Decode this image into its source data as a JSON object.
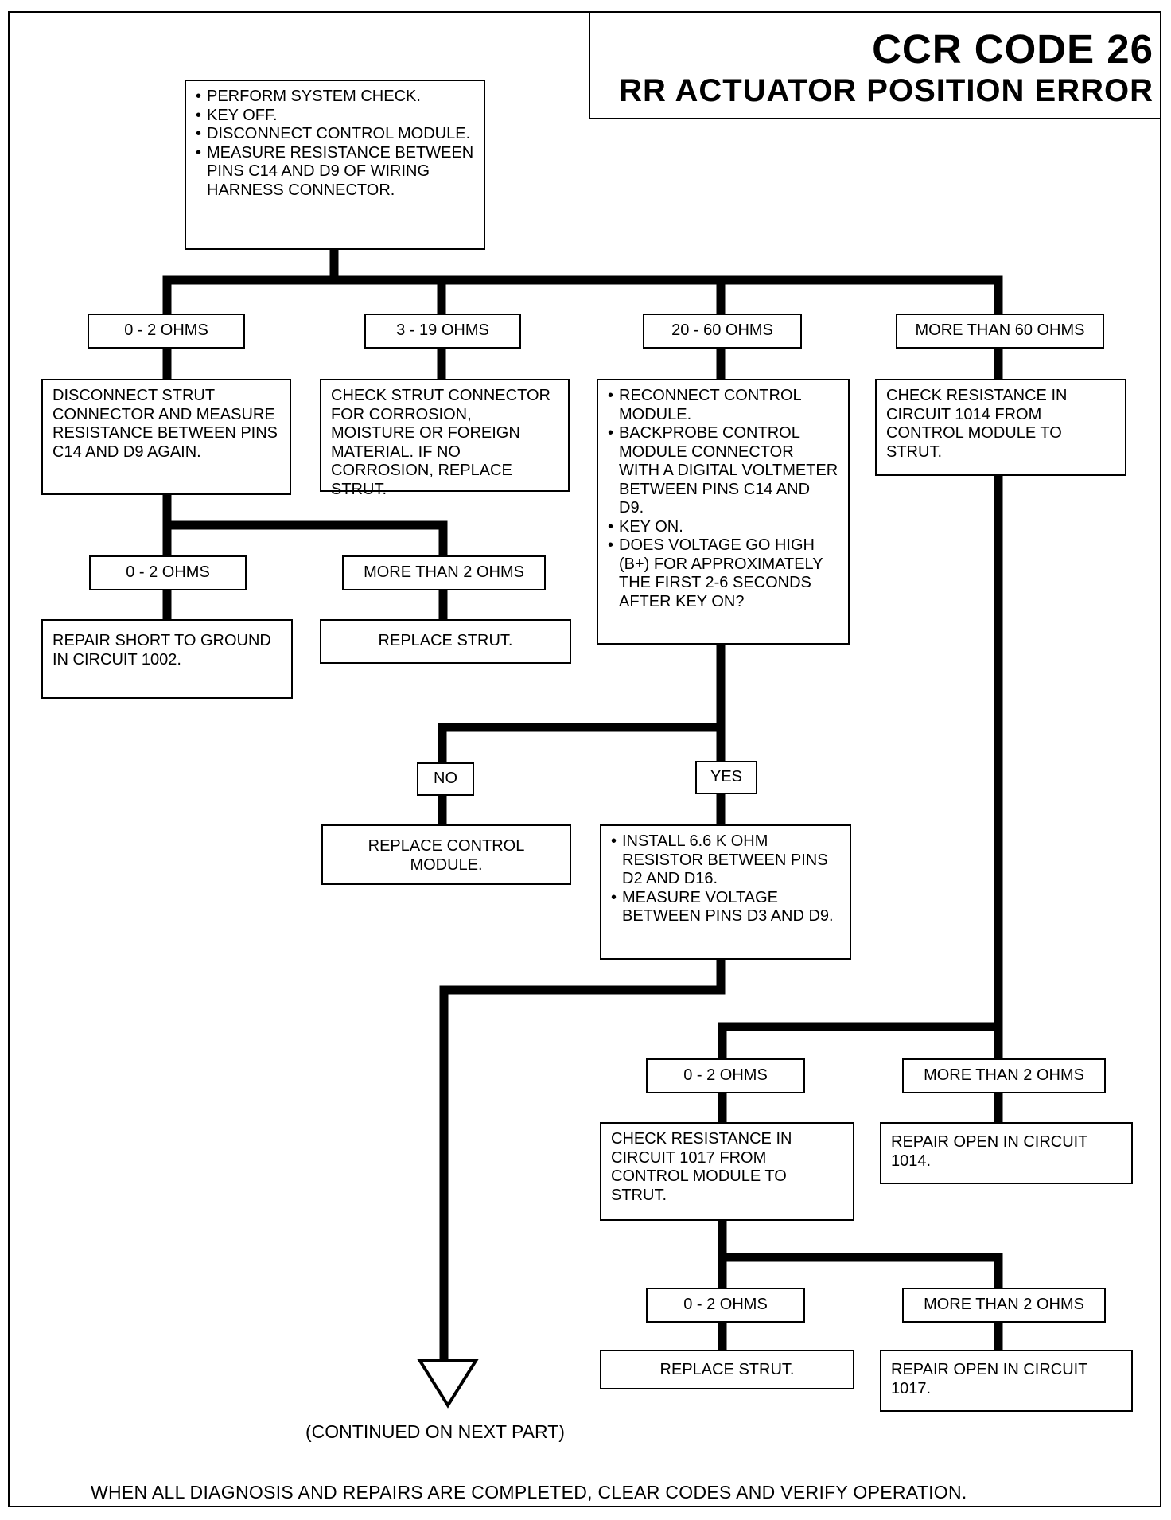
{
  "header": {
    "title": "CCR CODE 26",
    "subtitle": "RR ACTUATOR POSITION ERROR"
  },
  "start": {
    "items": [
      "PERFORM SYSTEM CHECK.",
      "KEY OFF.",
      "DISCONNECT CONTROL MODULE.",
      "MEASURE RESISTANCE BETWEEN PINS C14 AND D9 OF WIRING HARNESS CONNECTOR."
    ]
  },
  "branches": {
    "b1_label": "0 - 2 OHMS",
    "b2_label": "3 - 19 OHMS",
    "b3_label": "20 - 60 OHMS",
    "b4_label": "MORE THAN 60 OHMS"
  },
  "b1": {
    "action": "DISCONNECT STRUT CONNECTOR AND MEASURE RESISTANCE BETWEEN PINS C14 AND D9 AGAIN.",
    "low_label": "0 - 2 OHMS",
    "high_label": "MORE THAN 2 OHMS",
    "low_result": "REPAIR SHORT TO GROUND IN CIRCUIT 1002.",
    "high_result": "REPLACE STRUT."
  },
  "b2": {
    "action": "CHECK STRUT CONNECTOR FOR CORROSION, MOISTURE OR FOREIGN MATERIAL. IF NO CORROSION, REPLACE STRUT."
  },
  "b3": {
    "items": [
      "RECONNECT CONTROL MODULE.",
      "BACKPROBE CONTROL MODULE CONNECTOR WITH A DIGITAL VOLTMETER BETWEEN PINS C14 AND D9.",
      "KEY ON.",
      "DOES VOLTAGE GO HIGH (B+) FOR APPROXIMATELY THE FIRST 2-6 SECONDS AFTER KEY ON?"
    ],
    "no_label": "NO",
    "yes_label": "YES",
    "no_result": "REPLACE CONTROL MODULE.",
    "yes_items": [
      "INSTALL 6.6 K OHM RESISTOR BETWEEN PINS D2 AND D16.",
      "MEASURE VOLTAGE BETWEEN PINS D3 AND D9."
    ]
  },
  "b4": {
    "action": "CHECK RESISTANCE IN CIRCUIT 1014 FROM CONTROL MODULE TO STRUT.",
    "low_label": "0 - 2 OHMS",
    "high_label": "MORE THAN 2 OHMS",
    "high_result": "REPAIR OPEN IN CIRCUIT 1014.",
    "low_action": "CHECK RESISTANCE IN CIRCUIT 1017 FROM CONTROL MODULE TO STRUT.",
    "low2_label": "0 - 2 OHMS",
    "high2_label": "MORE THAN 2 OHMS",
    "low2_result": "REPLACE STRUT.",
    "high2_result": "REPAIR OPEN IN CIRCUIT 1017."
  },
  "footer": {
    "continued": "(CONTINUED ON NEXT PART)",
    "note": "WHEN ALL DIAGNOSIS AND REPAIRS ARE COMPLETED, CLEAR CODES AND VERIFY OPERATION."
  }
}
